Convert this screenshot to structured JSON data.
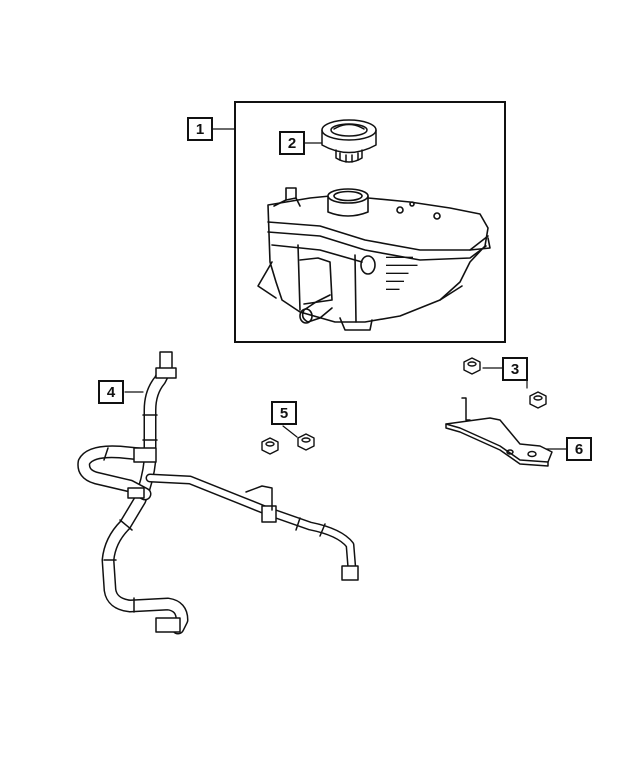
{
  "diagram": {
    "callouts": [
      {
        "id": "1",
        "part": "coolant-reservoir"
      },
      {
        "id": "2",
        "part": "pressure-cap"
      },
      {
        "id": "3",
        "part": "nut-pair"
      },
      {
        "id": "4",
        "part": "hose-assembly"
      },
      {
        "id": "5",
        "part": "nut-pair"
      },
      {
        "id": "6",
        "part": "mounting-bracket"
      }
    ],
    "tank_label_lines": [
      "▬▬▬▬▬▬",
      "▬▬▬▬▬▬▬",
      "▬▬▬▬▬",
      "▬▬▬▬",
      "▬▬▬"
    ]
  }
}
